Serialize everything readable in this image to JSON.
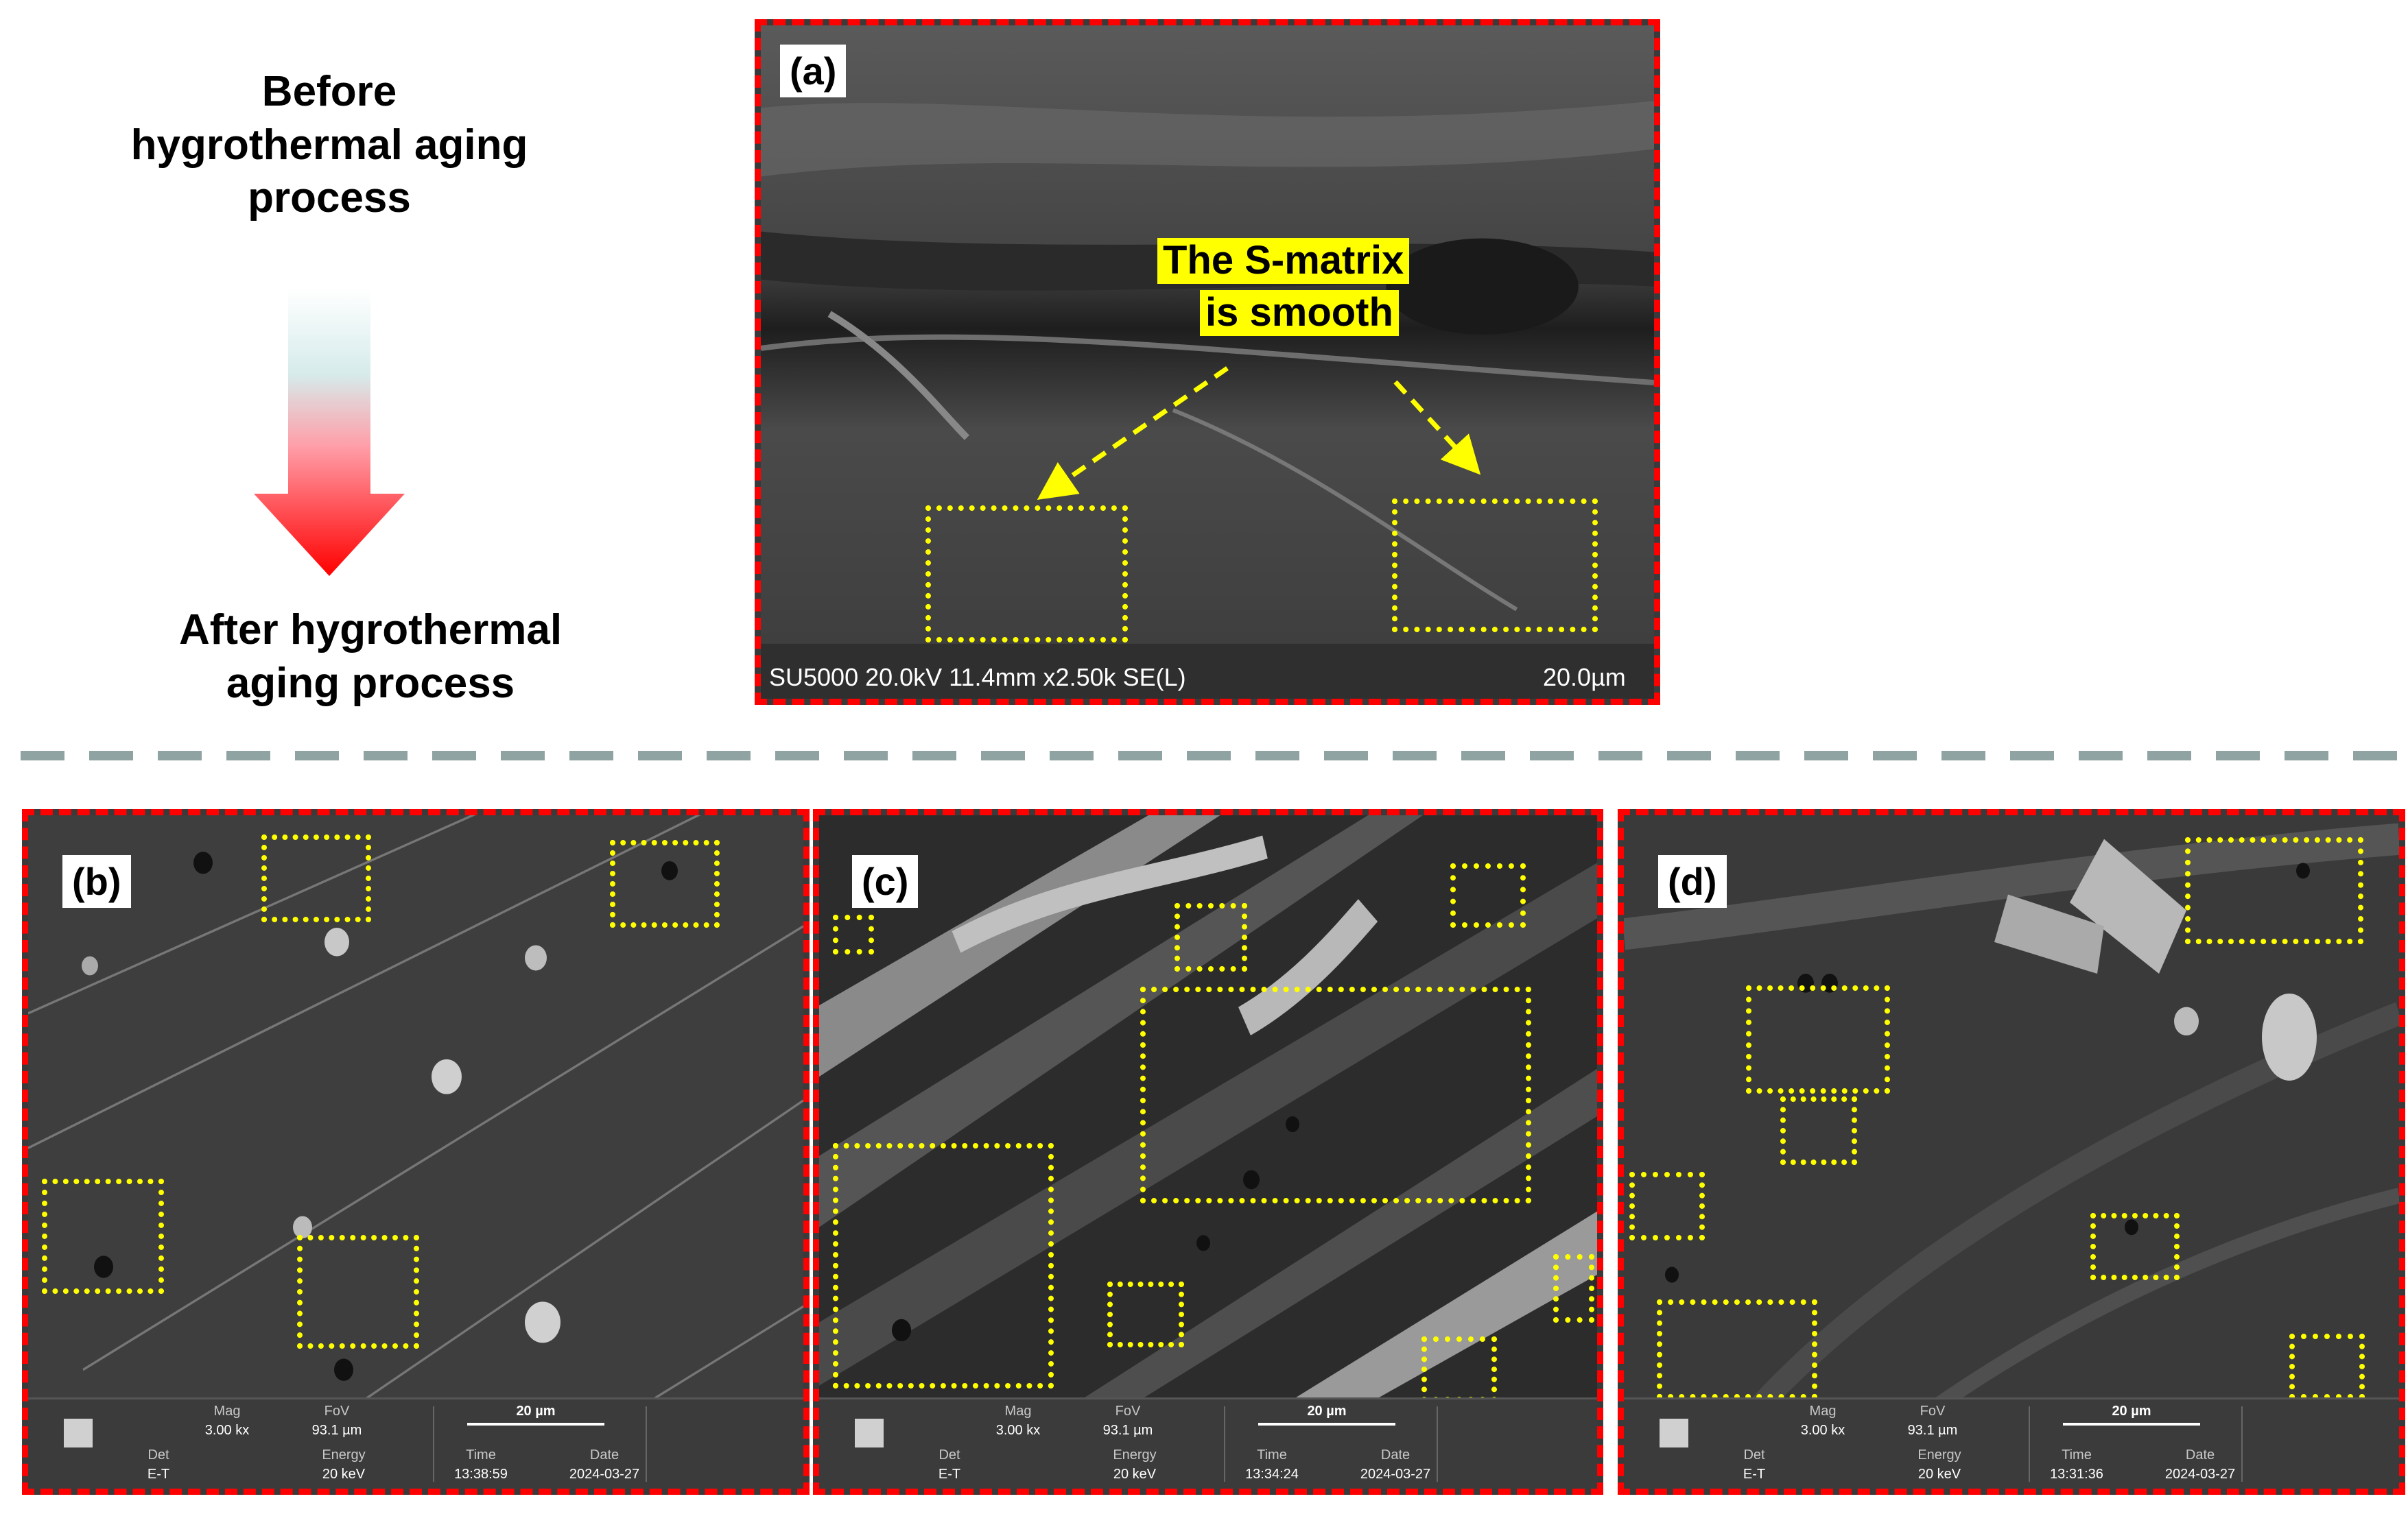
{
  "left_text": {
    "before": "Before\nhygrothermal aging\nprocess",
    "after": "After hygrothermal\naging process"
  },
  "panels": {
    "a": {
      "label": "(a)",
      "callout_line1": "The S-matrix",
      "callout_line2": "is smooth",
      "sem_info": "SU5000 20.0kV 11.4mm x2.50k SE(L)",
      "scale": "20.0µm"
    },
    "b": {
      "label": "(b)",
      "mag_label": "Mag",
      "mag": "3.00 kx",
      "fov_label": "FoV",
      "fov": "93.1 µm",
      "scale": "20 µm",
      "det_label": "Det",
      "det": "E-T",
      "energy_label": "Energy",
      "energy": "20 keV",
      "time_label": "Time",
      "time": "13:38:59",
      "date_label": "Date",
      "date": "2024-03-27"
    },
    "c": {
      "label": "(c)",
      "mag_label": "Mag",
      "mag": "3.00 kx",
      "fov_label": "FoV",
      "fov": "93.1 µm",
      "scale": "20 µm",
      "det_label": "Det",
      "det": "E-T",
      "energy_label": "Energy",
      "energy": "20 keV",
      "time_label": "Time",
      "time": "13:34:24",
      "date_label": "Date",
      "date": "2024-03-27"
    },
    "d": {
      "label": "(d)",
      "mag_label": "Mag",
      "mag": "3.00 kx",
      "fov_label": "FoV",
      "fov": "93.1 µm",
      "scale": "20 µm",
      "det_label": "Det",
      "det": "E-T",
      "energy_label": "Energy",
      "energy": "20 keV",
      "time_label": "Time",
      "time": "13:31:36",
      "date_label": "Date",
      "date": "2024-03-27"
    }
  },
  "colors": {
    "frame": "#ff0000",
    "highlight": "#ffff00",
    "divider": "#8fa3a3",
    "arrow_top": "#e8f2f2",
    "arrow_bottom": "#ff0000"
  }
}
